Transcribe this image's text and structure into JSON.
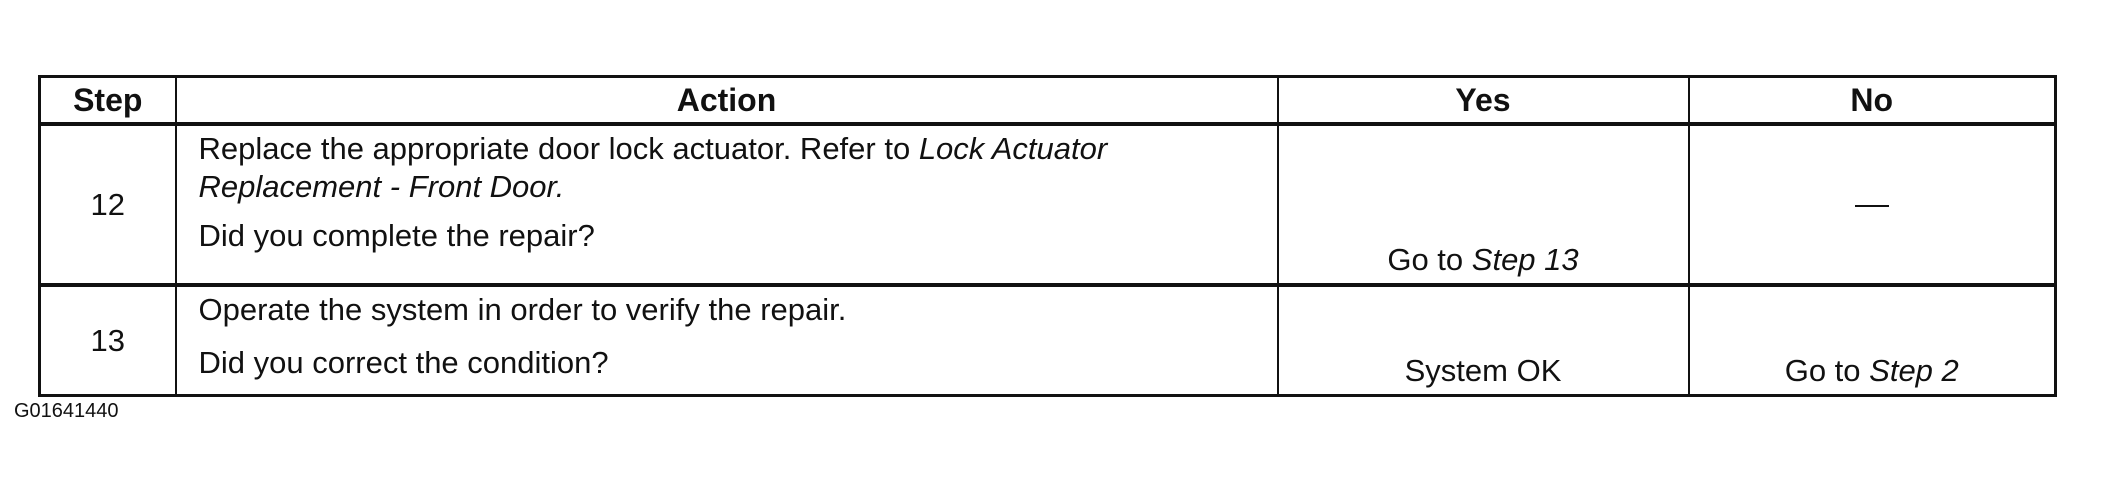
{
  "table": {
    "headers": {
      "step": "Step",
      "action": "Action",
      "yes": "Yes",
      "no": "No"
    },
    "rows": [
      {
        "step": "12",
        "action_text": "Replace the appropriate door lock actuator. Refer to ",
        "action_ref": "Lock Actuator Replacement - Front Door",
        "action_end": ".",
        "question": "Did you complete the repair?",
        "yes_prefix": "Go to ",
        "yes_ref": "Step 13",
        "no": "—"
      },
      {
        "step": "13",
        "action_text": "Operate the system in order to verify the repair.",
        "question": "Did you correct the condition?",
        "yes": "System OK",
        "no_prefix": "Go to ",
        "no_ref": "Step 2"
      }
    ]
  },
  "figure_id": "G01641440"
}
